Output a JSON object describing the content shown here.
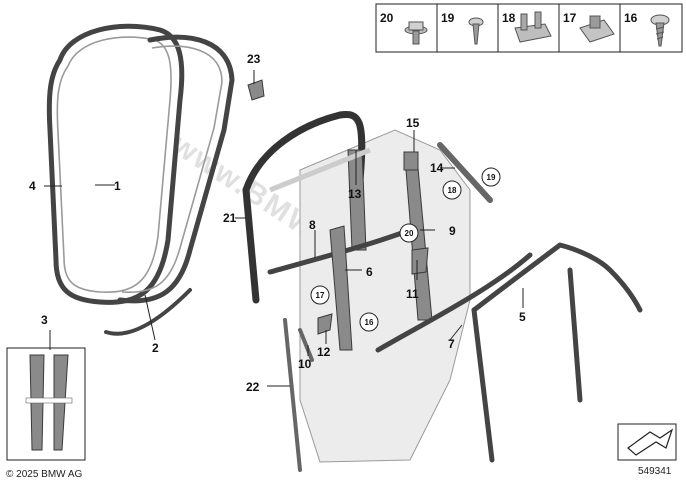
{
  "callouts": {
    "c1": "1",
    "c2": "2",
    "c3": "3",
    "c4": "4",
    "c5": "5",
    "c6": "6",
    "c7": "7",
    "c8": "8",
    "c9": "9",
    "c10": "10",
    "c11": "11",
    "c12": "12",
    "c13": "13",
    "c14": "14",
    "c15": "15",
    "c16": "16",
    "c17": "17",
    "c18": "18",
    "c19": "19",
    "c20": "20",
    "c21": "21",
    "c22": "22",
    "c23": "23"
  },
  "fastener_legend": [
    "20",
    "19",
    "18",
    "17",
    "16"
  ],
  "watermark": "www.BMWstore.pl",
  "copyright": "© 2025 BMW AG",
  "diagram_number": "549341"
}
